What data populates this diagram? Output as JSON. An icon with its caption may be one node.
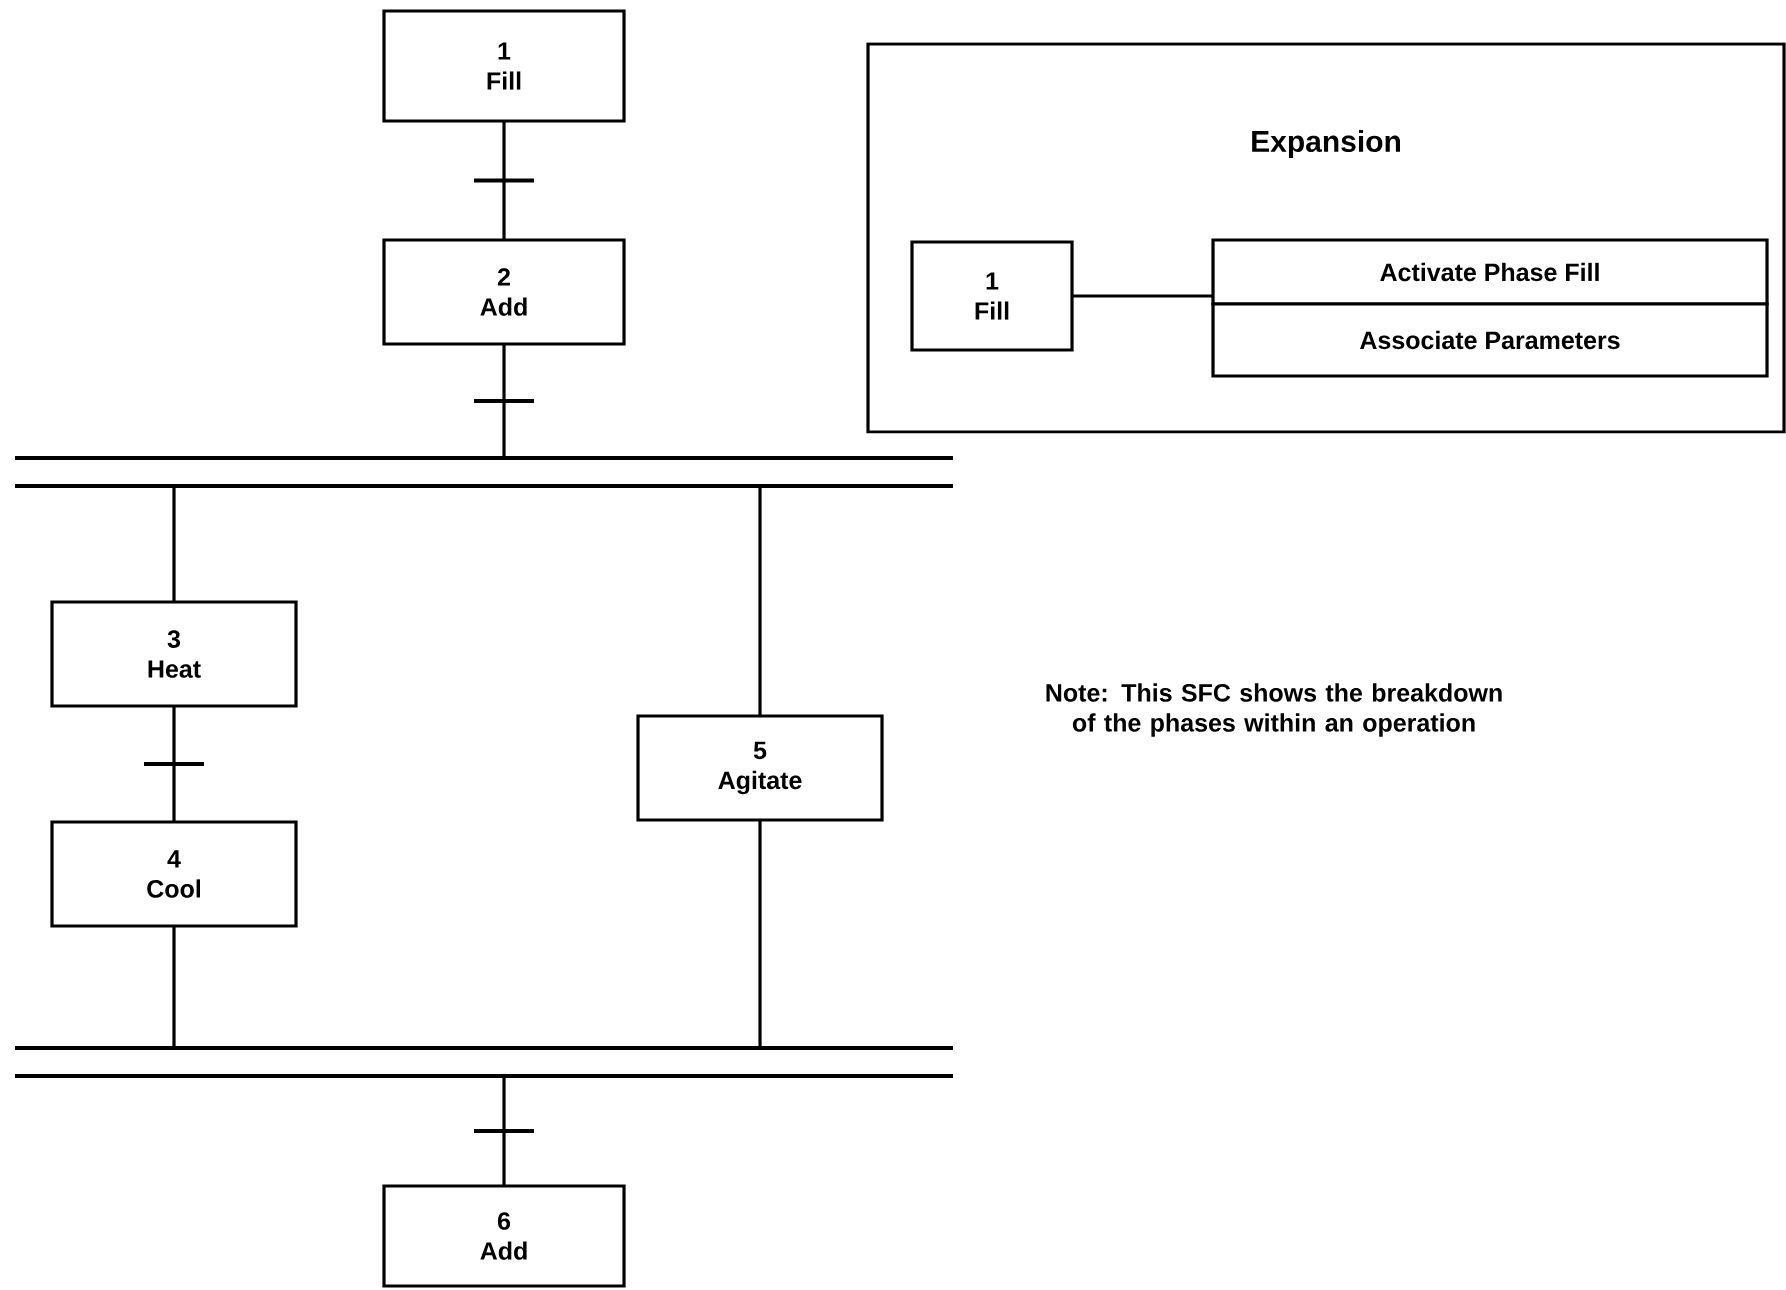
{
  "diagram": {
    "nodes": [
      {
        "text": [
          "1",
          "Fill"
        ]
      },
      {
        "text": [
          "2",
          "Add"
        ]
      },
      {
        "text": [],
        "shape": "bar"
      },
      {
        "text": [
          "3",
          "Heat"
        ]
      },
      {
        "text": [
          "4",
          "Cool"
        ]
      },
      {
        "text": [
          "5",
          "Agitate"
        ]
      },
      {
        "text": [],
        "shape": "bar"
      },
      {
        "text": [
          "6",
          "Add"
        ]
      },
      {
        "text": [
          "Expansion"
        ]
      },
      {
        "text": [
          "1",
          "Fill"
        ],
        "in": 8
      },
      {
        "text": [
          "Activate Phase Fill"
        ],
        "in": 8
      },
      {
        "text": [
          "Associate Parameters"
        ],
        "in": 8
      }
    ],
    "edges": [
      {
        "from": 0,
        "to": 1,
        "arrow": "none"
      },
      {
        "from": 1,
        "to": 2,
        "arrow": "none"
      },
      {
        "from": 2,
        "to": 3,
        "arrow": "none"
      },
      {
        "from": 2,
        "to": 5,
        "arrow": "none"
      },
      {
        "from": 3,
        "to": 4,
        "arrow": "none"
      },
      {
        "from": 4,
        "to": 6,
        "arrow": "none"
      },
      {
        "from": 5,
        "to": 6,
        "arrow": "none"
      },
      {
        "from": 6,
        "to": 7,
        "arrow": "none"
      },
      {
        "from": 9,
        "to": 10,
        "arrow": "none"
      }
    ],
    "labels": [
      "Note:  This SFC shows the breakdown of the phases within an operation"
    ]
  }
}
